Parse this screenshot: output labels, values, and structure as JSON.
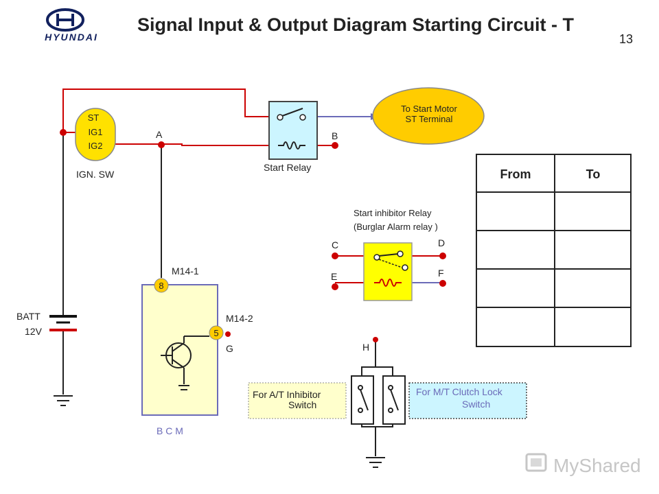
{
  "header": {
    "logo_text": "HYUNDAI",
    "title": "Signal Input & Output Diagram Starting Circuit - T",
    "page_number": "13"
  },
  "ign_switch": {
    "terminals": [
      "ST",
      "IG1",
      "IG2"
    ],
    "label": "IGN. SW"
  },
  "battery": {
    "label": "BATT",
    "voltage": "12V"
  },
  "start_relay": {
    "label": "Start Relay"
  },
  "start_motor": {
    "line1": "To Start Motor",
    "line2": "ST Terminal"
  },
  "points": {
    "A": "A",
    "B": "B",
    "C": "C",
    "D": "D",
    "E": "E",
    "F": "F",
    "G": "G",
    "H": "H"
  },
  "bcm": {
    "label": "B C M",
    "connector1": "M14-1",
    "connector2": "M14-2",
    "pin1": "8",
    "pin2": "5"
  },
  "inhibitor_relay": {
    "line1": "Start inhibitor Relay",
    "line2": "(Burglar Alarm relay )"
  },
  "at_switch": {
    "line1": "For A/T Inhibitor",
    "line2": "Switch"
  },
  "mt_switch": {
    "line1": "For M/T Clutch Lock",
    "line2": "Switch"
  },
  "table": {
    "headers": [
      "From",
      "To"
    ],
    "rows": [
      [
        "",
        ""
      ],
      [
        "",
        ""
      ],
      [
        "",
        ""
      ],
      [
        "",
        ""
      ]
    ]
  },
  "watermark": "MyShared",
  "colors": {
    "wire_red": "#cc0000",
    "wire_blue": "#6a6ab8",
    "relay_fill": "#ffff00",
    "ign_fill": "#ffe100",
    "motor_fill": "#ffcc00",
    "at_box": "#ffffcc",
    "mt_box": "#ccf5ff"
  }
}
